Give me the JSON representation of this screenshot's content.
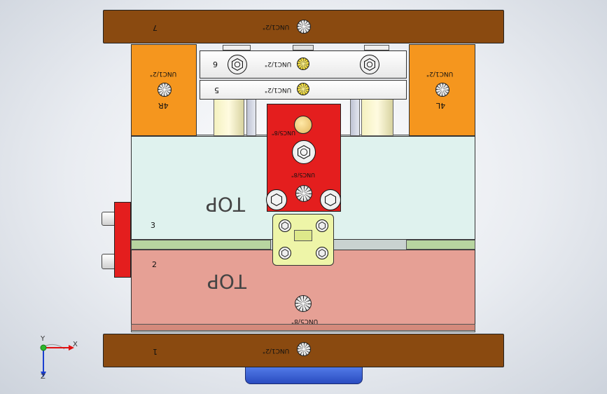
{
  "plates": {
    "top_clamp": {
      "number": "7",
      "thread": "UNC1/2\""
    },
    "ejector_retainer": {
      "number": "6",
      "thread": "UNC1/2\""
    },
    "ejector_plate": {
      "number": "5",
      "thread": "UNC1/2\""
    },
    "spacer_left": {
      "number": "4R",
      "thread": "UNC1/2\""
    },
    "spacer_right": {
      "number": "4L",
      "thread": "UNC1/2\""
    },
    "b_plate": {
      "number": "3",
      "stamp": "TOP"
    },
    "a_plate": {
      "number": "2",
      "stamp": "TOP",
      "thread": "UNC5/8\""
    },
    "bottom_clamp": {
      "number": "1",
      "thread": "UNC1/2\""
    },
    "red_block": {
      "thread_upper": "UNC5/8\"",
      "thread_lower": "UNC5/8\""
    }
  },
  "triad": {
    "x_label": "X",
    "y_label": "Y",
    "z_label": "Z"
  },
  "colors": {
    "clamp_plate": "#8a4a10",
    "spacer": "#f5961e",
    "b_plate": "#dff2ee",
    "a_plate": "#e6a095",
    "red_block": "#e41e1e",
    "hinge": "#eef5a8",
    "ring": "#3a62d6"
  }
}
